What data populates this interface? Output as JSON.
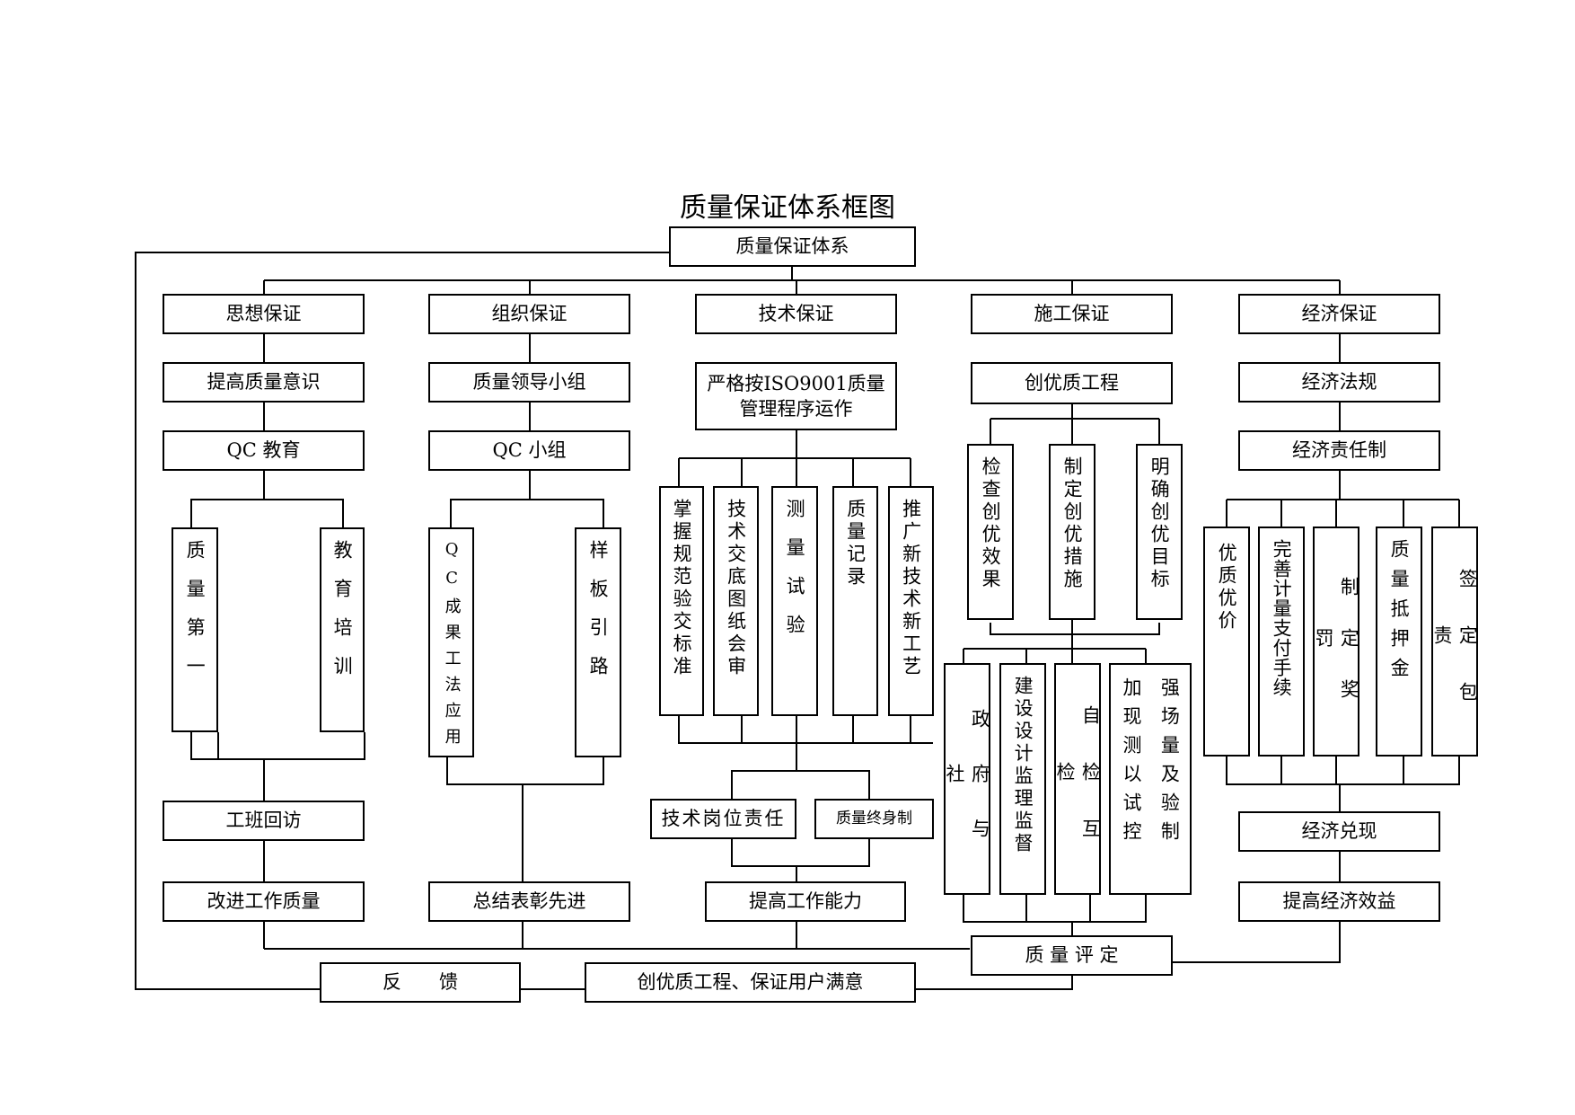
{
  "title": "质量保证体系框图",
  "root": "质量保证体系",
  "categories": [
    "思想保证",
    "组织保证",
    "技术保证",
    "施工保证",
    "经济保证"
  ],
  "sixiang": {
    "l1": "提高质量意识",
    "l2": "QC 教育",
    "sub": [
      "质量第一",
      "教育培训"
    ],
    "l3": "工班回访",
    "l4": "改进工作质量"
  },
  "zuzhi": {
    "l1": "质量领导小组",
    "l2": "QC 小组",
    "sub": [
      "QC成果工法应用",
      "样板引路"
    ],
    "l4": "总结表彰先进"
  },
  "jishu": {
    "l1_line1": "严格按ISO9001质量",
    "l1_line2": "管理程序运作",
    "sub": [
      "掌握规范验交标准",
      "技术交底图纸会审",
      "测量试验",
      "质量记录",
      "推广新技术新工艺"
    ],
    "b1": "技术岗位责任",
    "b2": "质量终身制",
    "l4": "提高工作能力"
  },
  "shigong": {
    "l1": "创优质工程",
    "sub1": [
      "检查创优效果",
      "制定创优措施",
      "明确创优目标"
    ],
    "sub2": [
      "政府与社",
      "建设设计监理监督",
      "自检互检"
    ],
    "sub2_last_col1": "加现测以试控",
    "sub2_last_col2": "强场量及验制"
  },
  "jingji": {
    "l1": "经济法规",
    "l2": "经济责任制",
    "sub": [
      "优质优价",
      "完善计量支付手续",
      "制定奖罚",
      "质量抵押金",
      "签定包责"
    ],
    "l3": "经济兑现",
    "l4": "提高经济效益"
  },
  "quality_eval": "质 量 评 定",
  "feedback": "反　　馈",
  "final": "创优质工程、保证用户满意"
}
